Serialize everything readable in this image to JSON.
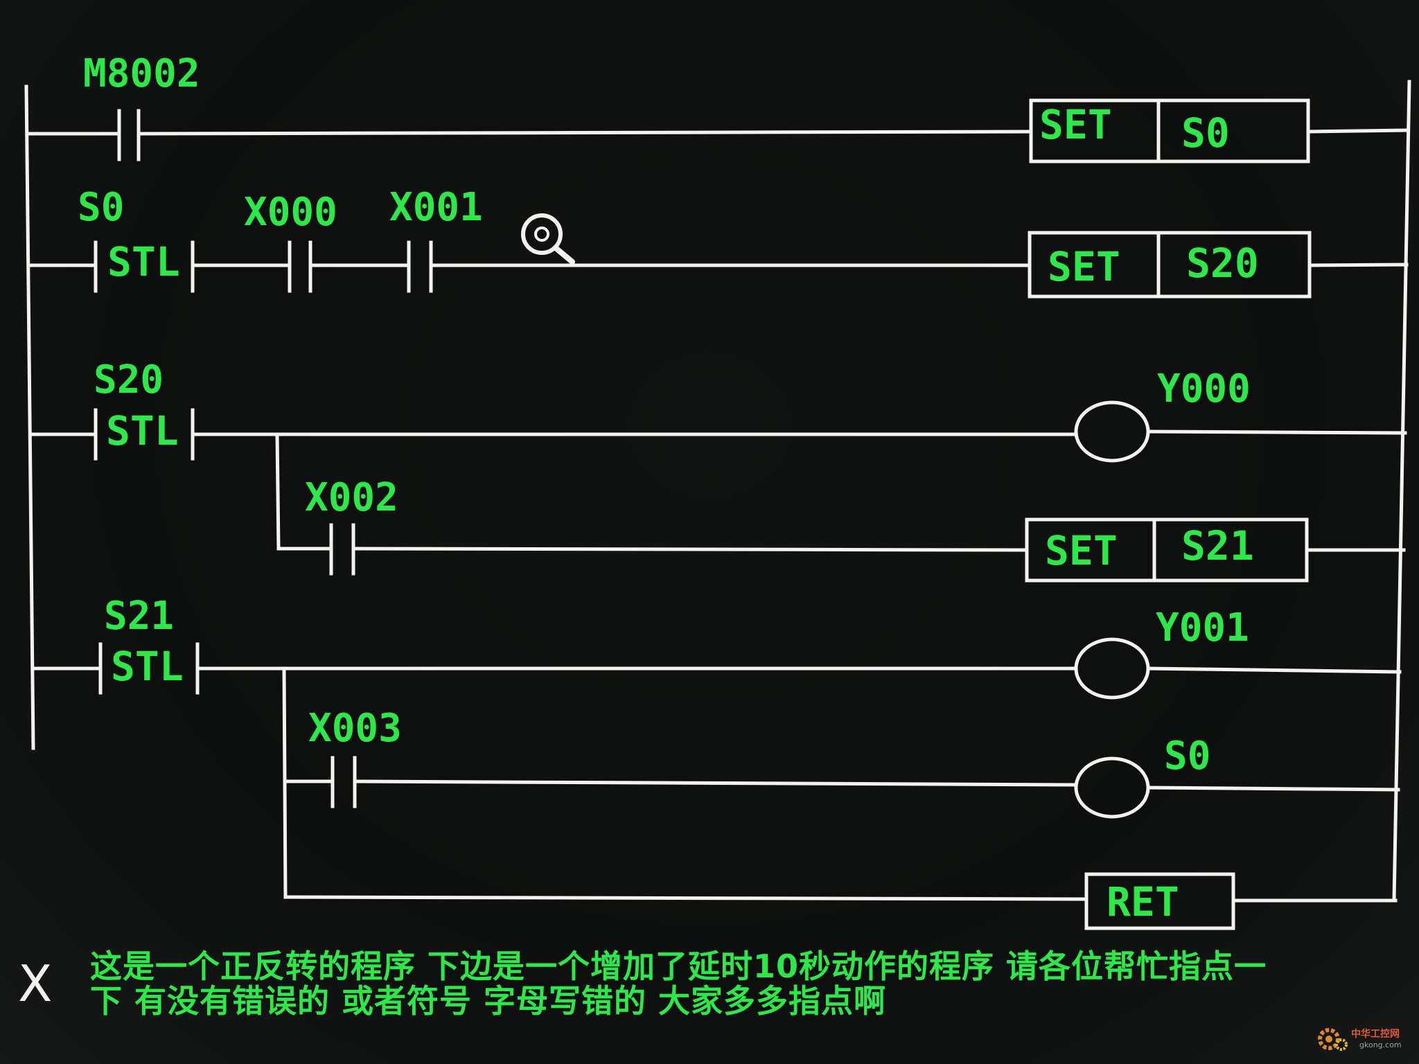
{
  "rungs": {
    "m8002": "M8002",
    "s0_stl": "S0",
    "x000": "X000",
    "x001": "X001",
    "s20_stl": "S20",
    "y000": "Y000",
    "x002": "X002",
    "s21_stl": "S21",
    "y001": "Y001",
    "x003": "X003",
    "s0_coil": "S0",
    "stl": "STL",
    "set": "SET",
    "set_s0": "S0",
    "set_s20": "S20",
    "set_s21": "S21",
    "ret": "RET"
  },
  "caption": {
    "line1": "这是一个正反转的程序 下边是一个增加了延时10秒动作的程序 请各位帮忙指点一",
    "line2": "下 有没有错误的 或者符号 字母写错的 大家多多指点啊"
  },
  "close_glyph": "X",
  "watermark": {
    "text": "中华工控网",
    "sub": "gkong.com"
  },
  "colors": {
    "background": "#0d0f0e",
    "wire": "#f2f2ee",
    "text": "#2ee84a"
  }
}
